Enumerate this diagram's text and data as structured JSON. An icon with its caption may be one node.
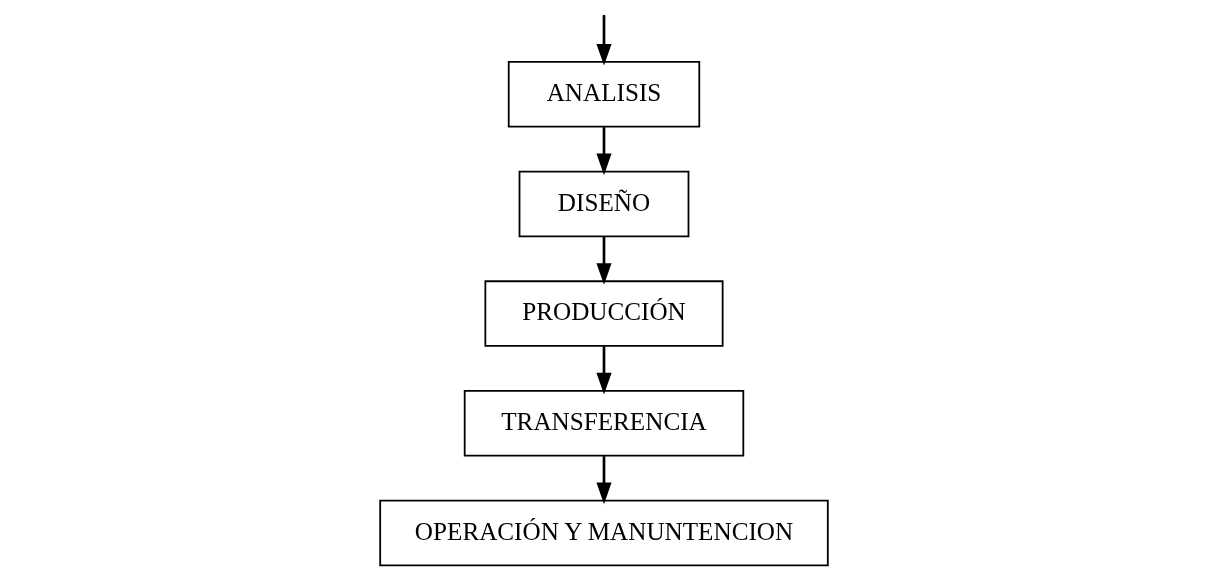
{
  "diagram": {
    "nodes": [
      {
        "text": [
          "ANALISIS"
        ]
      },
      {
        "text": [
          "DISEÑO"
        ]
      },
      {
        "text": [
          "PRODUCCIÓN"
        ]
      },
      {
        "text": [
          "TRANSFERENCIA"
        ]
      },
      {
        "text": [
          "OPERACIÓN Y MANUNTENCION"
        ]
      }
    ],
    "edges": [
      {
        "from": null,
        "to": 0,
        "arrow": "to"
      },
      {
        "from": 0,
        "to": 1,
        "arrow": "to"
      },
      {
        "from": 1,
        "to": 2,
        "arrow": "to"
      },
      {
        "from": 2,
        "to": 3,
        "arrow": "to"
      },
      {
        "from": 3,
        "to": 4,
        "arrow": "to"
      }
    ]
  }
}
